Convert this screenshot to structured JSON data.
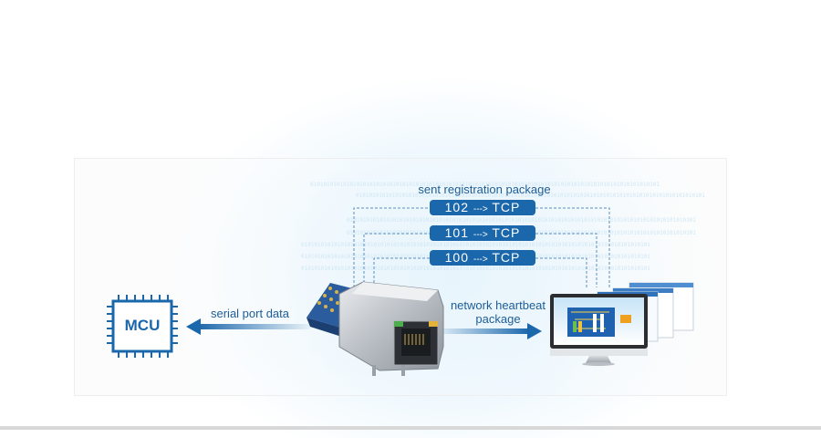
{
  "diagram": {
    "title": "sent registration package",
    "registration_packets": [
      {
        "id": "102",
        "arrow": "--->",
        "protocol": "TCP"
      },
      {
        "id": "101",
        "arrow": "--->",
        "protocol": "TCP"
      },
      {
        "id": "100",
        "arrow": "--->",
        "protocol": "TCP"
      }
    ],
    "mcu": {
      "label": "MCU"
    },
    "serial_link": {
      "label": "serial port data"
    },
    "network_link": {
      "label_line1": "network heartbeat",
      "label_line2": "package"
    },
    "binary_text": "0101010101010101010101010101010101010101010101010101010101010101010101010101010101010101010101010101010101",
    "colors": {
      "accent": "#1b67ab",
      "text": "#1d5d96",
      "dashed_line": "#5a8fbf"
    }
  }
}
